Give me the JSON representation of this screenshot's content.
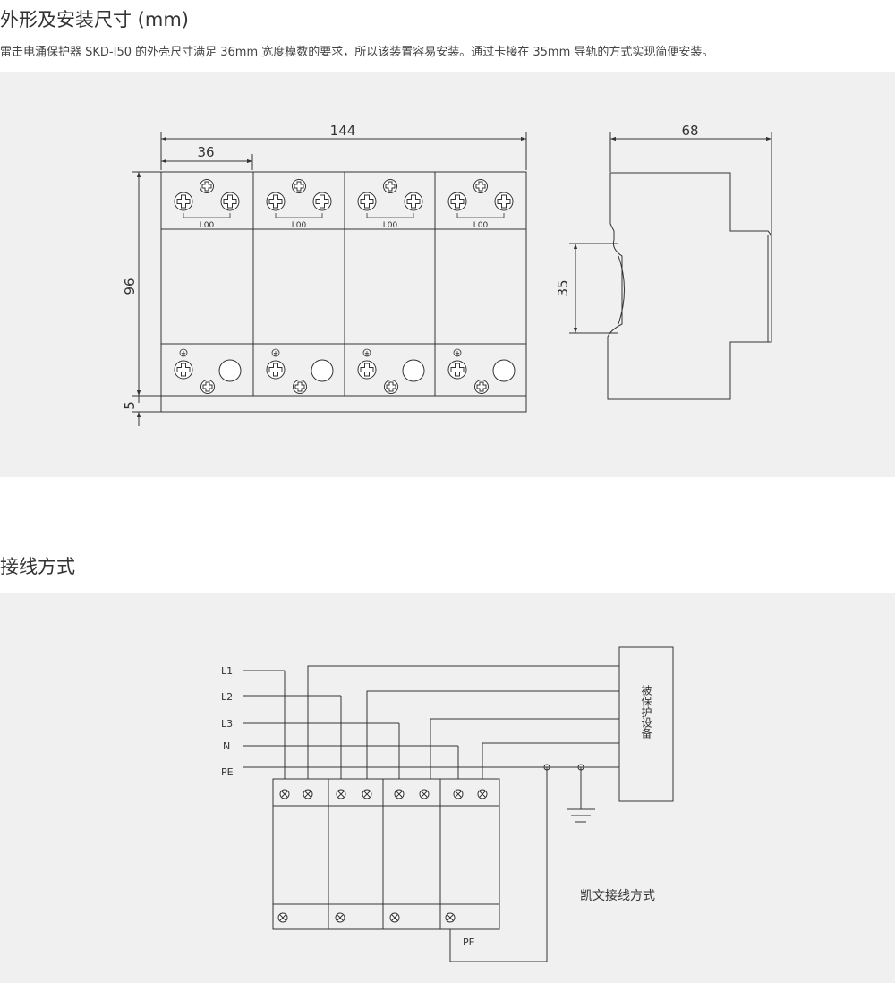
{
  "section1": {
    "title": "外形及安装尺寸 (mm)",
    "description": "雷击电涌保护器 SKD-I50 的外壳尺寸满足 36mm 宽度模数的要求，所以该装置容易安装。通过卡接在 35mm 导轨的方式实现简便安装。"
  },
  "dimension_drawing": {
    "front_view": {
      "overall_width": "144",
      "module_width": "36",
      "height": "96",
      "base_height": "5",
      "module_label": "L00",
      "module_count": 4
    },
    "side_view": {
      "depth": "68",
      "rail_width": "35"
    }
  },
  "section2": {
    "title": "接线方式"
  },
  "wiring_diagram": {
    "lines": [
      "L1",
      "L2",
      "L3",
      "N",
      "PE"
    ],
    "protected_device": "被保护设备",
    "caption": "凯文接线方式",
    "pe_label": "PE"
  }
}
